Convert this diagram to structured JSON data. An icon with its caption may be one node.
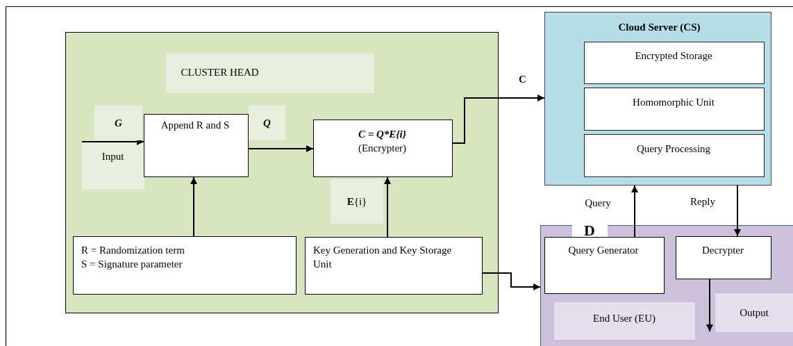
{
  "diagram": {
    "nodes": [
      {
        "text": [
          "CLUSTER HEAD"
        ]
      },
      {
        "text": [
          "Input"
        ],
        "in": 0
      },
      {
        "text": [
          "Append R and S"
        ],
        "in": 0
      },
      {
        "text": [
          "C = Q*E{i}",
          "(Encrypter)"
        ],
        "in": 0
      },
      {
        "text": [
          "R = Randomization term",
          "S = Signature parameter"
        ],
        "in": 0
      },
      {
        "text": [
          "Key Generation and Key Storage Unit"
        ],
        "in": 0
      },
      {
        "text": [
          "Cloud Server (CS)"
        ]
      },
      {
        "text": [
          "Encrypted Storage"
        ],
        "in": 6
      },
      {
        "text": [
          "Homomorphic Unit"
        ],
        "in": 6
      },
      {
        "text": [
          "Query Processing"
        ],
        "in": 6
      },
      {
        "text": [
          "D",
          "End User (EU)"
        ]
      },
      {
        "text": [
          "Query Generator"
        ],
        "in": 10
      },
      {
        "text": [
          "Decrypter"
        ],
        "in": 10
      }
    ],
    "edges": [
      {
        "from": 1,
        "to": 2,
        "arrow": "to",
        "label": "G"
      },
      {
        "from": 2,
        "to": 3,
        "arrow": "to",
        "label": "Q"
      },
      {
        "from": 3,
        "to": 6,
        "arrow": "to",
        "label": "C"
      },
      {
        "from": 4,
        "to": 2,
        "arrow": "to"
      },
      {
        "from": 5,
        "to": 3,
        "arrow": "to",
        "label": "**E**{i}"
      },
      {
        "from": 5,
        "to": 10,
        "arrow": "to"
      },
      {
        "from": 11,
        "to": 6,
        "arrow": "to",
        "label": "Query"
      },
      {
        "from": 6,
        "to": 12,
        "arrow": "to",
        "label": "Reply"
      },
      {
        "from": 12,
        "to": null,
        "arrow": "to",
        "label": "Output"
      }
    ]
  }
}
